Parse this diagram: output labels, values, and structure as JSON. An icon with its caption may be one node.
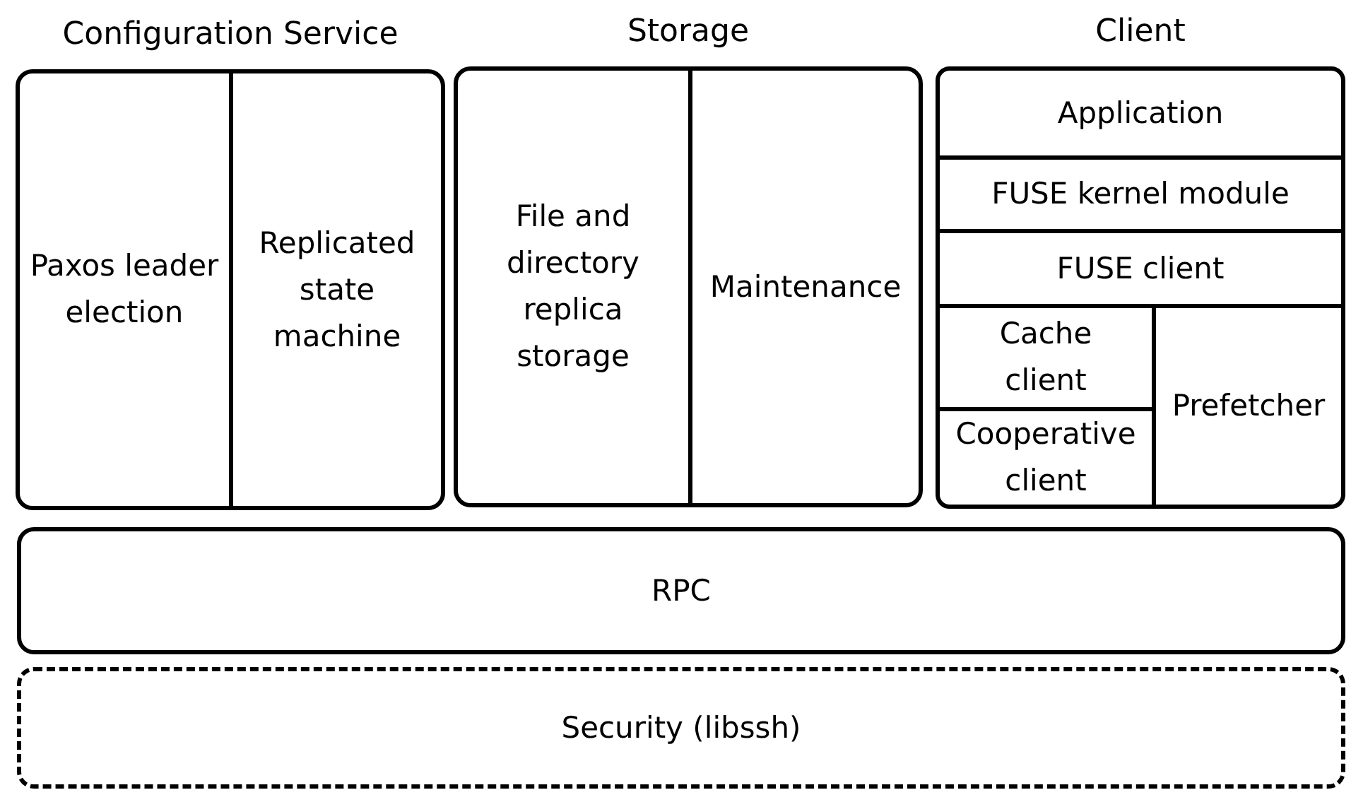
{
  "diagram": {
    "nodes": [
      {
        "text": [
          "Configuration Service"
        ]
      },
      {
        "text": [
          "Paxos leader election"
        ],
        "in": 0
      },
      {
        "text": [
          "Replicated state machine"
        ],
        "in": 0
      },
      {
        "text": [
          "Storage"
        ]
      },
      {
        "text": [
          "File and directory replica storage"
        ],
        "in": 3
      },
      {
        "text": [
          "Maintenance"
        ],
        "in": 3
      },
      {
        "text": [
          "Client"
        ]
      },
      {
        "text": [
          "Application"
        ],
        "in": 6
      },
      {
        "text": [
          "FUSE kernel module"
        ],
        "in": 6
      },
      {
        "text": [
          "FUSE client"
        ],
        "in": 6
      },
      {
        "text": [
          "Cache client"
        ],
        "in": 6
      },
      {
        "text": [
          "Cooperative client"
        ],
        "in": 6
      },
      {
        "text": [
          "Prefetcher"
        ],
        "in": 6
      },
      {
        "text": [
          "RPC"
        ]
      },
      {
        "text": [
          "Security (libssh)"
        ]
      }
    ]
  }
}
